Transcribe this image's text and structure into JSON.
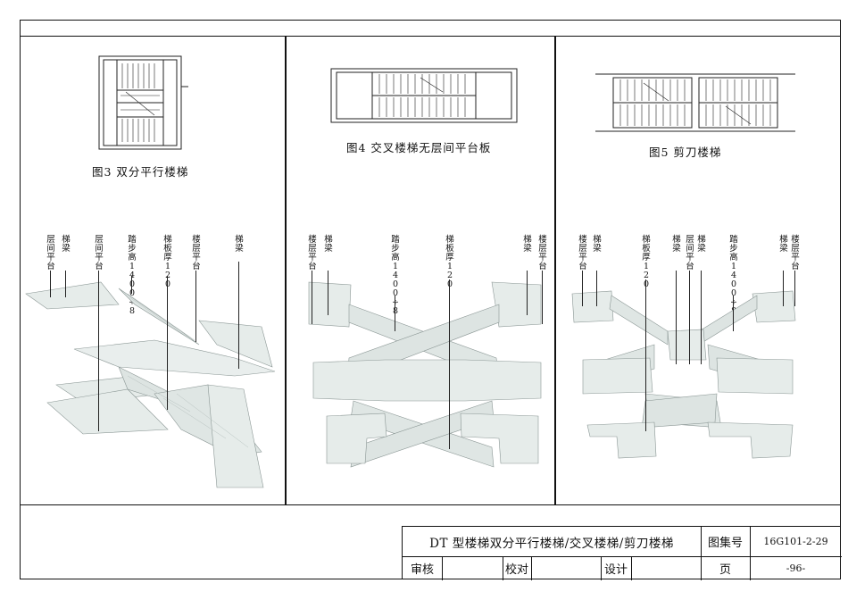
{
  "figures": [
    {
      "caption": "图3 双分平行楼梯",
      "labels": [
        "层间平台",
        "梯梁",
        "层间平台",
        "踏步高1400÷8",
        "梯板厚120",
        "楼层平台",
        "梯梁"
      ]
    },
    {
      "caption": "图4 交叉楼梯无层间平台板",
      "labels": [
        "楼层平台",
        "梯梁",
        "踏步高1400÷8",
        "梯板厚120",
        "梯梁",
        "楼层平台"
      ]
    },
    {
      "caption": "图5 剪刀楼梯",
      "labels": [
        "楼层平台",
        "梯梁",
        "梯板厚120",
        "梯梁",
        "层间平台",
        "梯梁",
        "踏步高1400÷8",
        "梯梁",
        "楼层平台"
      ]
    }
  ],
  "title_block": {
    "title": "DT 型楼梯双分平行楼梯/交叉楼梯/剪刀楼梯",
    "atlas_label": "图集号",
    "atlas_number": "16G101-2-29",
    "review_label": "审核",
    "check_label": "校对",
    "design_label": "设计",
    "page_label": "页",
    "page_number": "-96-"
  },
  "colors": {
    "stair_face": "#e6ecea",
    "stair_shadow": "#c9d1cf",
    "line": "#111111"
  }
}
